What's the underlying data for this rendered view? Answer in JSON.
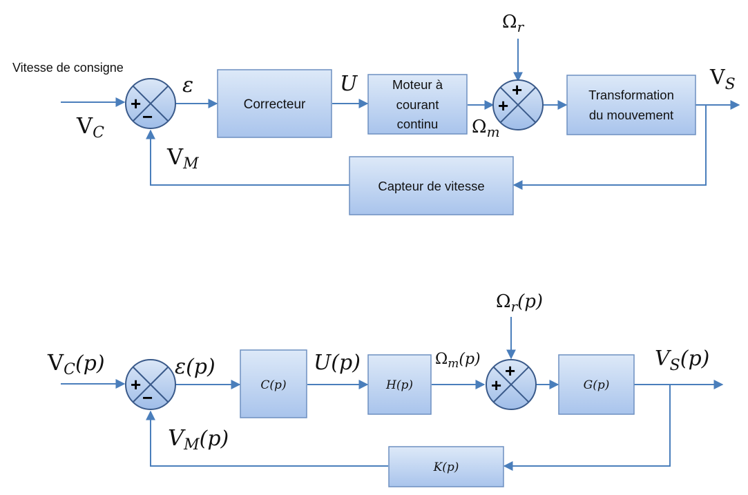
{
  "top": {
    "setpoint_label": "Vitesse de consigne",
    "blocks": {
      "correcteur": "Correcteur",
      "moteur": [
        "Moteur à",
        "courant",
        "continu"
      ],
      "transformation": [
        "Transformation",
        "du mouvement"
      ],
      "capteur": "Capteur de vitesse"
    },
    "signals": {
      "vc": {
        "base": "V",
        "sub": "C"
      },
      "epsilon": "ε",
      "u": "U",
      "omega_m": {
        "base": "Ω",
        "sub": "m"
      },
      "omega_r": {
        "base": "Ω",
        "sub": "r"
      },
      "vs": {
        "base": "V",
        "sub": "S"
      },
      "vm": {
        "base": "V",
        "sub": "M"
      }
    }
  },
  "bottom": {
    "blocks": {
      "c": "C(p)",
      "h": "H(p)",
      "g": "G(p)",
      "k": "K(p)"
    },
    "signals": {
      "vc": {
        "base": "V",
        "sub": "C",
        "arg": "(p)"
      },
      "epsilon": "ε(p)",
      "u": "U(p)",
      "omega_m": {
        "base": "Ω",
        "sub": "m",
        "arg": "(p)"
      },
      "omega_r": {
        "base": "Ω",
        "sub": "r",
        "arg": "(p)"
      },
      "vs": {
        "base": "V",
        "sub": "S",
        "arg": "(p)"
      },
      "vm": {
        "base": "V",
        "sub": "M",
        "arg": "(p)"
      }
    }
  },
  "signs": {
    "plus": "+",
    "minus": "−"
  },
  "colors": {
    "wire": "#4a7ebb",
    "block_top": "#dde9f8",
    "block_bottom": "#a9c4ec",
    "block_border": "#6d8fc0"
  }
}
